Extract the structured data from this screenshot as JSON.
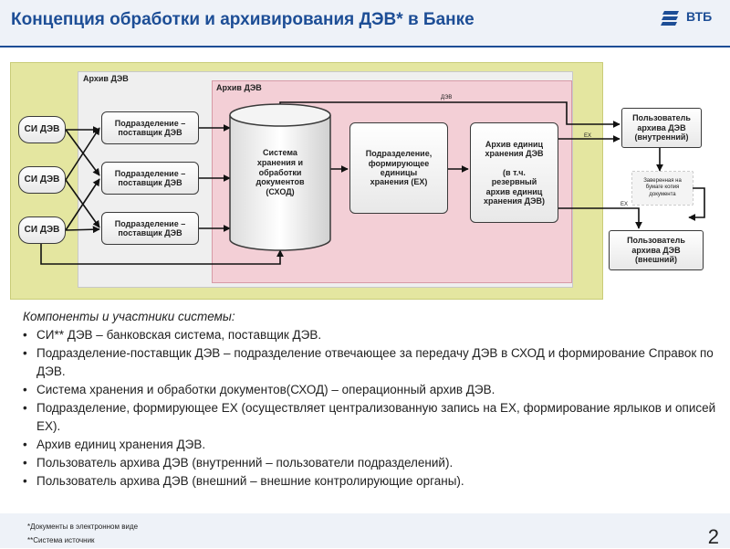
{
  "header": {
    "title": "Концепция обработки и архивирования ДЭВ* в Банке",
    "logo_text": "ВТБ",
    "brand_color": "#1d4e96"
  },
  "diagram": {
    "outer_zone_label": "Архив ДЭВ",
    "inner_zone_label": "Архив ДЭВ",
    "si_boxes": [
      "СИ ДЭВ",
      "СИ ДЭВ",
      "СИ ДЭВ"
    ],
    "dept_boxes": [
      "Подразделение –\nпоставщик ДЭВ",
      "Подразделение –\nпоставщик ДЭВ",
      "Подразделение –\nпоставщик ДЭВ"
    ],
    "storage_system": "Система\nхранения и\nобработки\nдокументов\n(СХОД)",
    "ex_dept": "Подразделение,\nформирующее\nединицы\nхранения (ЕХ)",
    "ex_archive": "Архив единиц\nхранения ДЭВ\n\n(в т.ч.\nрезервный\nархив единиц\nхранения ДЭВ)",
    "user_internal": "Пользователь\nархива ДЭВ\n(внутренний)",
    "user_external": "Пользователь\nархива ДЭВ\n(внешний)",
    "dev_label": "ДЭВ",
    "ex_label_1": "ЕХ",
    "ex_label_2": "ЕХ",
    "paper_copy": "Заверенная на\nбумаге копия\nдокумента"
  },
  "components": {
    "title": "Компоненты и участники системы:",
    "items": [
      "СИ** ДЭВ – банковская система, поставщик ДЭВ.",
      "Подразделение-поставщик ДЭВ – подразделение отвечающее за передачу ДЭВ в СХОД и формирование Справок по ДЭВ.",
      "Система хранения и обработки документов(СХОД) – операционный архив ДЭВ.",
      "Подразделение, формирующее ЕХ (осуществляет централизованную запись на ЕХ, формирование ярлыков и описей ЕХ).",
      "Архив единиц хранения ДЭВ.",
      "Пользователь архива ДЭВ (внутренний – пользователи подразделений).",
      "Пользователь архива ДЭВ (внешний – внешние контролирующие органы)."
    ]
  },
  "footer": {
    "note1": "*Документы в электронном виде",
    "note2": "**Система источник",
    "page_number": "2"
  }
}
